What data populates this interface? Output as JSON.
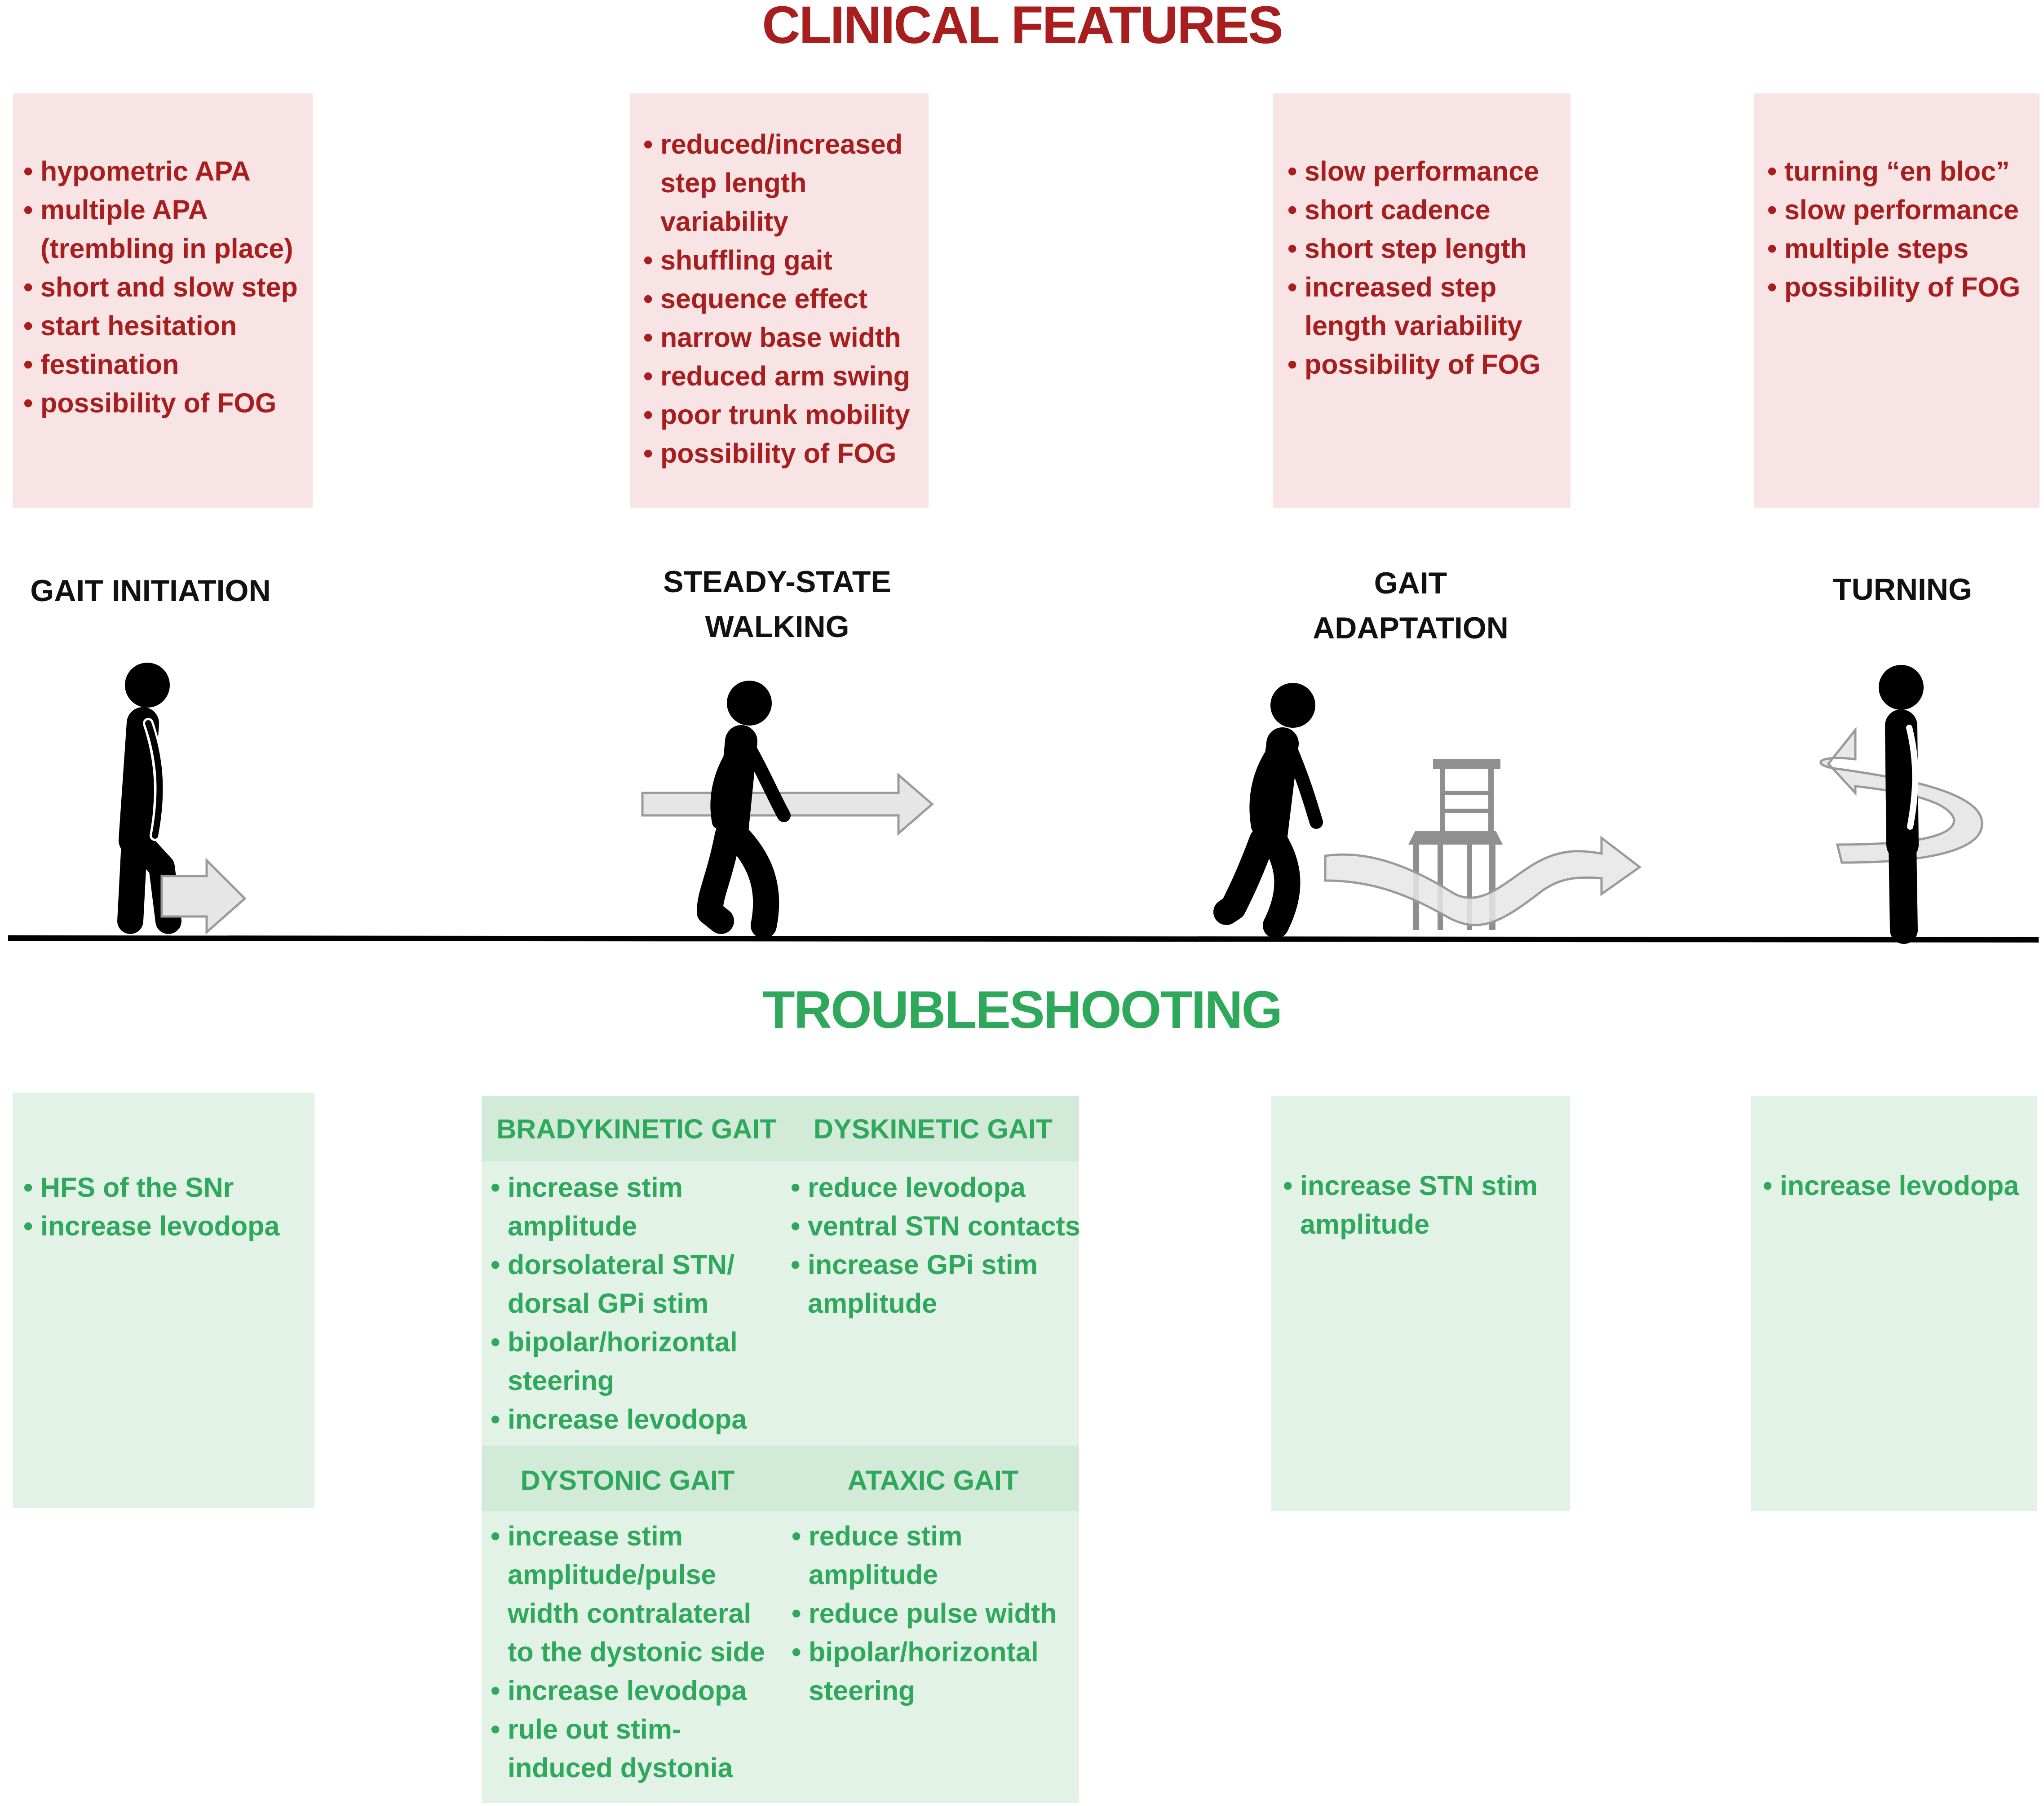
{
  "headings": {
    "clinical": "CLINICAL FEATURES",
    "troubleshooting": "TROUBLESHOOTING"
  },
  "stages": [
    {
      "label_lines": [
        "GAIT INITIATION"
      ]
    },
    {
      "label_lines": [
        "STEADY-STATE",
        "WALKING"
      ]
    },
    {
      "label_lines": [
        "GAIT",
        "ADAPTATION"
      ]
    },
    {
      "label_lines": [
        "TURNING"
      ]
    }
  ],
  "clinical_features": [
    [
      "hypometric APA",
      "multiple APA\n(trembling in place)",
      "short and slow step",
      "start hesitation",
      "festination",
      "possibility of FOG"
    ],
    [
      "reduced/increased\nstep length\nvariability",
      "shuffling gait",
      "sequence effect",
      "narrow base width",
      "reduced arm swing",
      "poor trunk mobility",
      "possibility of FOG"
    ],
    [
      "slow performance",
      "short cadence",
      "short step length",
      "increased step\nlength variability",
      "possibility of FOG"
    ],
    [
      "turning “en bloc”",
      "slow performance",
      "multiple steps",
      "possibility of FOG"
    ]
  ],
  "troubleshooting": {
    "gait_initiation": [
      "HFS of the SNr",
      "increase levodopa"
    ],
    "steady_state": {
      "bradykinetic": {
        "title": "BRADYKINETIC GAIT",
        "items": [
          "increase stim\namplitude",
          "dorsolateral STN/\ndorsal GPi stim",
          "bipolar/horizontal\nsteering",
          "increase levodopa"
        ]
      },
      "dyskinetic": {
        "title": "DYSKINETIC GAIT",
        "items": [
          "reduce levodopa",
          "ventral STN contacts",
          "increase GPi stim\namplitude"
        ]
      },
      "dystonic": {
        "title": "DYSTONIC GAIT",
        "items": [
          "increase stim\namplitude/pulse\nwidth contralateral\nto the dystonic side",
          "increase levodopa",
          "rule out stim-\ninduced dystonia"
        ]
      },
      "ataxic": {
        "title": "ATAXIC GAIT",
        "items": [
          "reduce stim\namplitude",
          "reduce pulse width",
          "bipolar/horizontal\nsteering"
        ]
      }
    },
    "gait_adaptation": [
      "increase STN stim\namplitude"
    ],
    "turning": [
      "increase levodopa"
    ]
  },
  "colors": {
    "clinical_text": "#a81e1e",
    "clinical_box": "#f8e4e4",
    "trouble_text": "#2ea85a",
    "trouble_box": "#e2f2e6",
    "trouble_header": "#d2ebd8"
  }
}
